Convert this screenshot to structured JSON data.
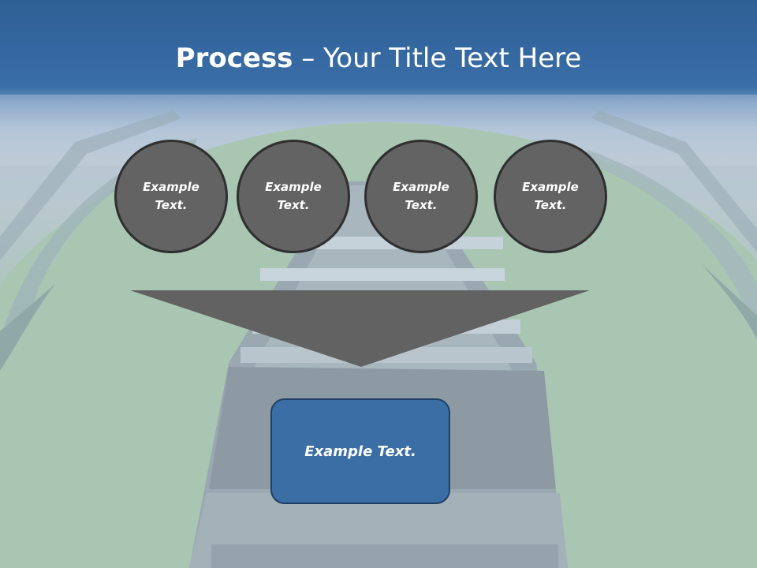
{
  "title": {
    "bold_part": "Process",
    "rest": " – Your Title Text Here"
  },
  "steps": [
    {
      "label": "Example Text."
    },
    {
      "label": "Example Text."
    },
    {
      "label": "Example Text."
    },
    {
      "label": "Example Text."
    }
  ],
  "result": {
    "label": "Example Text."
  },
  "colors": {
    "header": "#3a6ea8",
    "circle_fill": "#636363",
    "circle_border": "#2f2f2f",
    "funnel": "#626262",
    "result_box": "#3b6ea5"
  }
}
